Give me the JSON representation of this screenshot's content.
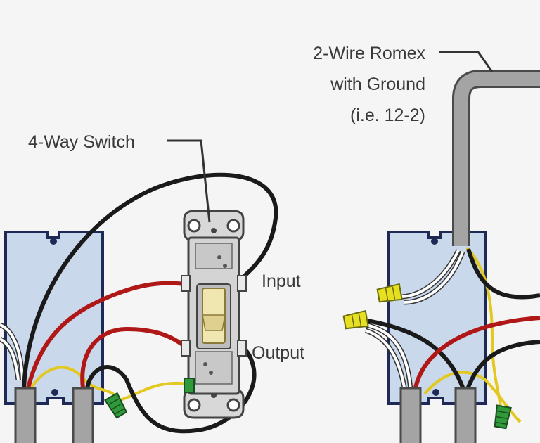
{
  "labels": {
    "four_way_switch": "4-Way Switch",
    "romex_line1": "2-Wire Romex",
    "romex_line2": "with Ground",
    "romex_line3": "(i.e. 12-2)",
    "input": "Input",
    "output": "Output"
  },
  "colors": {
    "background": "#f4f5f4",
    "box_fill": "#c9d8ea",
    "box_stroke": "#1e2a55",
    "cable_gray": "#9e9e9e",
    "wire_black": "#1a1a1a",
    "wire_red": "#b01818",
    "wire_white": "#ffffff",
    "wire_ground": "#e3c820",
    "nut_green": "#2f9a3a",
    "nut_yellow": "#e6e020",
    "switch_body": "#d8d8d8",
    "toggle": "#f0e6b0"
  }
}
